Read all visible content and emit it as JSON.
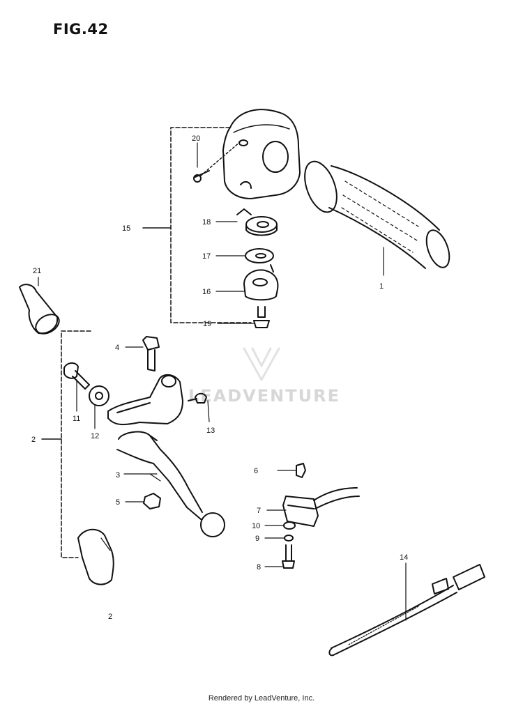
{
  "figure": {
    "title": "FIG.42"
  },
  "watermark": {
    "text": "LEADVENTURE"
  },
  "footer": {
    "text": "Rendered by LeadVenture, Inc."
  },
  "callouts": [
    {
      "id": "c1",
      "label": "1"
    },
    {
      "id": "c2",
      "label": "2"
    },
    {
      "id": "c3",
      "label": "3"
    },
    {
      "id": "c4",
      "label": "4"
    },
    {
      "id": "c5",
      "label": "5"
    },
    {
      "id": "c6",
      "label": "6"
    },
    {
      "id": "c7",
      "label": "7"
    },
    {
      "id": "c8",
      "label": "8"
    },
    {
      "id": "c9",
      "label": "9"
    },
    {
      "id": "c10",
      "label": "10"
    },
    {
      "id": "c11",
      "label": "11"
    },
    {
      "id": "c12",
      "label": "12"
    },
    {
      "id": "c13",
      "label": "13"
    },
    {
      "id": "c14",
      "label": "14"
    },
    {
      "id": "c15",
      "label": "15"
    },
    {
      "id": "c16",
      "label": "16"
    },
    {
      "id": "c17",
      "label": "17"
    },
    {
      "id": "c18",
      "label": "18"
    },
    {
      "id": "c19",
      "label": "19"
    },
    {
      "id": "c20",
      "label": "20"
    },
    {
      "id": "c21",
      "label": "21"
    },
    {
      "id": "c2b",
      "label": "2"
    }
  ],
  "colors": {
    "ink": "#111111",
    "watermark": "#d7d7d7"
  }
}
